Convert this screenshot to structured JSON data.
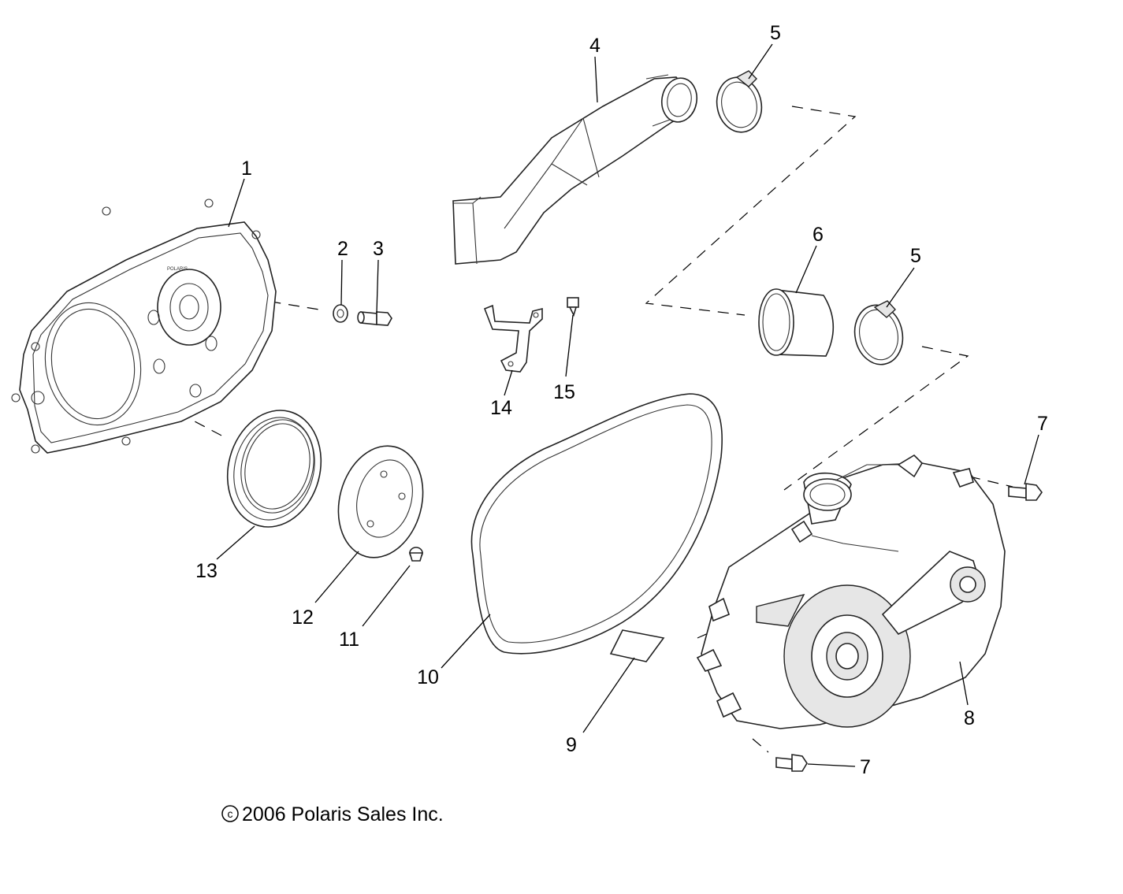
{
  "diagram": {
    "title": "Clutch cover assembly exploded view",
    "callouts": [
      {
        "id": "c1",
        "label": "1"
      },
      {
        "id": "c2",
        "label": "2"
      },
      {
        "id": "c3",
        "label": "3"
      },
      {
        "id": "c4",
        "label": "4"
      },
      {
        "id": "c5a",
        "label": "5"
      },
      {
        "id": "c5b",
        "label": "5"
      },
      {
        "id": "c6",
        "label": "6"
      },
      {
        "id": "c7a",
        "label": "7"
      },
      {
        "id": "c7b",
        "label": "7"
      },
      {
        "id": "c8",
        "label": "8"
      },
      {
        "id": "c9",
        "label": "9"
      },
      {
        "id": "c10",
        "label": "10"
      },
      {
        "id": "c11",
        "label": "11"
      },
      {
        "id": "c12",
        "label": "12"
      },
      {
        "id": "c13",
        "label": "13"
      },
      {
        "id": "c14",
        "label": "14"
      },
      {
        "id": "c15",
        "label": "15"
      }
    ],
    "cover_stamp": "POLARIS",
    "copyright": "2006 Polaris Sales Inc.",
    "copyright_symbol": "c"
  }
}
